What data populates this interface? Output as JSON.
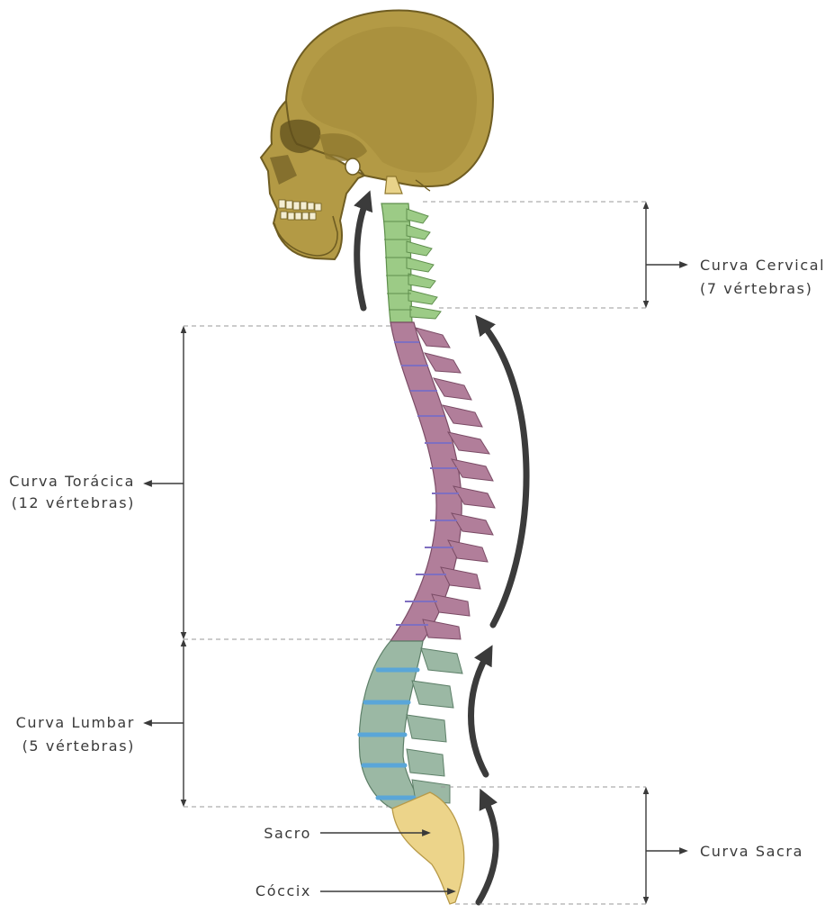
{
  "labels": {
    "cervical": {
      "title": "Curva Cervical",
      "count": "(7 vértebras)"
    },
    "toracica": {
      "title": "Curva Torácica",
      "count": "(12 vértebras)"
    },
    "lumbar": {
      "title": "Curva Lumbar",
      "count": "(5 vértebras)"
    },
    "sacra": {
      "title": "Curva Sacra"
    },
    "sacro": "Sacro",
    "coccix": "Cóccix"
  },
  "colors": {
    "skull": "#b39a45",
    "skull_dark": "#6f5d22",
    "cervical": "#9ccb86",
    "thoracic": "#b17e9a",
    "thoracic_disc": "#7f6fc0",
    "lumbar": "#9bb8a4",
    "lumbar_disc": "#5aa6d8",
    "sacrum": "#ecd48a",
    "arrow": "#3b3b3b",
    "guide": "#9a9a9a",
    "text": "#3a3a3a"
  },
  "spine": {
    "cervical_vertebrae": 7,
    "thoracic_vertebrae": 12,
    "lumbar_vertebrae": 5
  }
}
